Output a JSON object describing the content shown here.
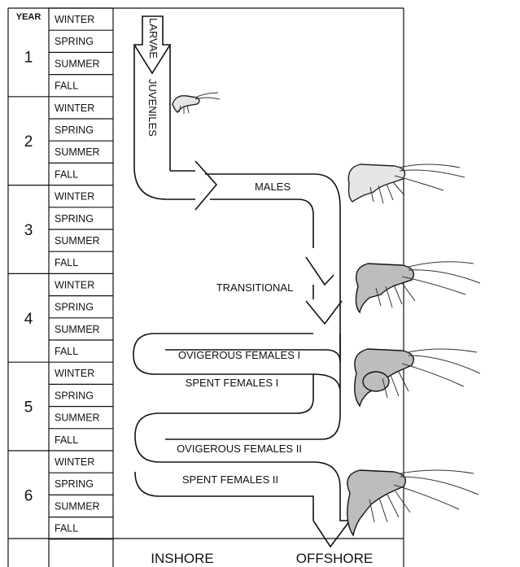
{
  "table": {
    "year_header": "YEAR",
    "years": [
      {
        "label": "1",
        "seasons": [
          "WINTER",
          "SPRING",
          "SUMMER",
          "FALL"
        ]
      },
      {
        "label": "2",
        "seasons": [
          "WINTER",
          "SPRING",
          "SUMMER",
          "FALL"
        ]
      },
      {
        "label": "3",
        "seasons": [
          "WINTER",
          "SPRING",
          "SUMMER",
          "FALL"
        ]
      },
      {
        "label": "4",
        "seasons": [
          "WINTER",
          "SPRING",
          "SUMMER",
          "FALL"
        ]
      },
      {
        "label": "5",
        "seasons": [
          "WINTER",
          "SPRING",
          "SUMMER",
          "FALL"
        ]
      },
      {
        "label": "6",
        "seasons": [
          "WINTER",
          "SPRING",
          "SUMMER",
          "FALL"
        ]
      }
    ]
  },
  "flow": {
    "larvae": "LARVAE",
    "juveniles": "JUVENILES",
    "males": "MALES",
    "transitional": "TRANSITIONAL",
    "ovigerous_1": "OVIGEROUS FEMALES I",
    "spent_1": "SPENT FEMALES I",
    "ovigerous_2": "OVIGEROUS FEMALES II",
    "spent_2": "SPENT FEMALES II"
  },
  "footer": {
    "inshore": "INSHORE",
    "offshore": "OFFSHORE"
  },
  "icons": [
    "larva-shrimp-icon",
    "male-shrimp-icon",
    "transitional-shrimp-icon",
    "ovigerous-shrimp-icon",
    "spent-shrimp-icon"
  ]
}
